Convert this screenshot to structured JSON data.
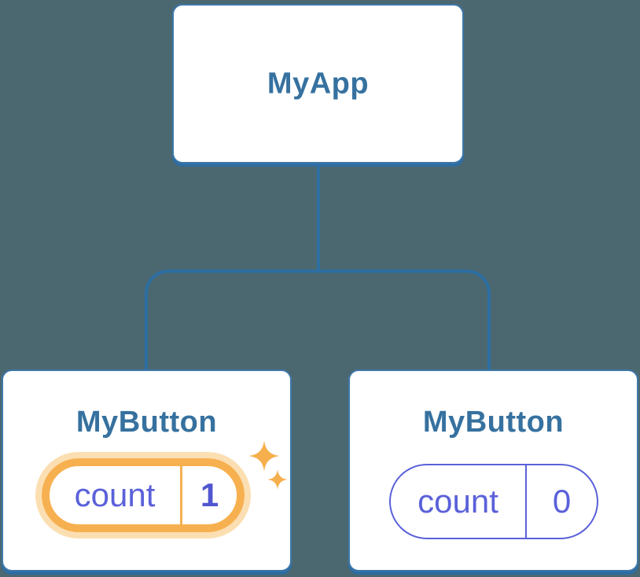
{
  "page": {
    "background_color": "#4B6871",
    "description_labels": {}
  },
  "colors": {
    "card_background": "#FFFFFF",
    "card_border": "#3D77A9",
    "card_shadow": "#2E6CA2",
    "connector": "#2D6FA3",
    "component_title": "#36719F",
    "state_text": "#5B61D9",
    "state_value_highlight": "#5156D0",
    "highlight_ring": "#F7B050",
    "highlight_glow": "#FBDFB2",
    "sparkle": "#F6AF4D"
  },
  "tree": {
    "root": {
      "label": "MyApp"
    },
    "children": [
      {
        "label": "MyButton",
        "highlighted": true,
        "state": {
          "key": "count",
          "value": "1"
        }
      },
      {
        "label": "MyButton",
        "highlighted": false,
        "state": {
          "key": "count",
          "value": "0"
        }
      }
    ]
  }
}
